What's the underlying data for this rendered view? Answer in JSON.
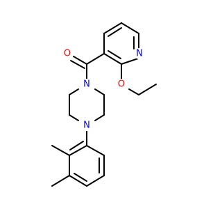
{
  "molecule": {
    "atoms": {
      "O_carbonyl": {
        "symbol": "O",
        "color": "#ff0000"
      },
      "N_pyridine": {
        "symbol": "N",
        "color": "#0000ff"
      },
      "O_ether": {
        "symbol": "O",
        "color": "#ff0000"
      },
      "N_pip_1": {
        "symbol": "N",
        "color": "#0000ff"
      },
      "N_pip_4": {
        "symbol": "N",
        "color": "#0000ff"
      }
    }
  }
}
